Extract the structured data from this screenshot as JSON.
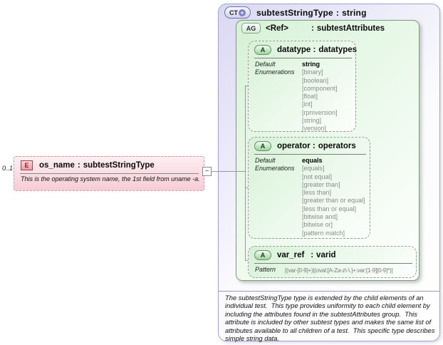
{
  "element": {
    "cardinality": "0..1",
    "icon": "E",
    "name": "os_name",
    "separator": ":",
    "type": "subtestStringType",
    "annotation": "This is the operating system name, the 1st field from uname -a."
  },
  "complex_type": {
    "icon": "CT",
    "expand_badge": "+",
    "name": "subtestStringType",
    "separator": ":",
    "base_type": "string",
    "annotation": "The subtestStringType type is extended by the child elements of an individual test.  This type provides uniformity to each child element by including the attributes found in the subtestAttributes group.  This attribute is included by other subtest types and makes the same list of attributes available to all children of a test.  This specific type describes simple string data.",
    "attribute_group": {
      "icon": "AG",
      "name": "<Ref>",
      "separator": ":",
      "type": "subtestAttributes",
      "attributes": [
        {
          "icon": "A",
          "name": "datatype",
          "separator": ":",
          "type": "datatypes",
          "default_label": "Default",
          "default_value": "string",
          "enumerations_label": "Enumerations",
          "enumerations": [
            "[binary]",
            "[boolean]",
            "[component]",
            "[float]",
            "[int]",
            "[rpmversion]",
            "[string]",
            "[version]"
          ]
        },
        {
          "icon": "A",
          "name": "operator",
          "separator": ":",
          "type": "operators",
          "default_label": "Default",
          "default_value": "equals",
          "enumerations_label": "Enumerations",
          "enumerations": [
            "[equals]",
            "[not equal]",
            "[greater than]",
            "[less than]",
            "[greater than or equal]",
            "[less than or equal]",
            "[bitwise and]",
            "[bitwise or]",
            "[pattern match]"
          ]
        },
        {
          "icon": "A",
          "name": "var_ref",
          "separator": ":",
          "type": "varid",
          "pattern_label": "Pattern",
          "pattern_value": "[(var-[0-9]+)|(oval:[A-Za-z\\-\\.]+:var:[1-9][0-9]*)]"
        }
      ]
    }
  },
  "icons": {
    "collapse_toggle": "−"
  },
  "colors": {
    "lavender_fill": "#dcdbf4",
    "green_fill": "#d9f3d9",
    "pink_fill": "#f6ccd5",
    "enum_text": "#8c8c8c"
  }
}
